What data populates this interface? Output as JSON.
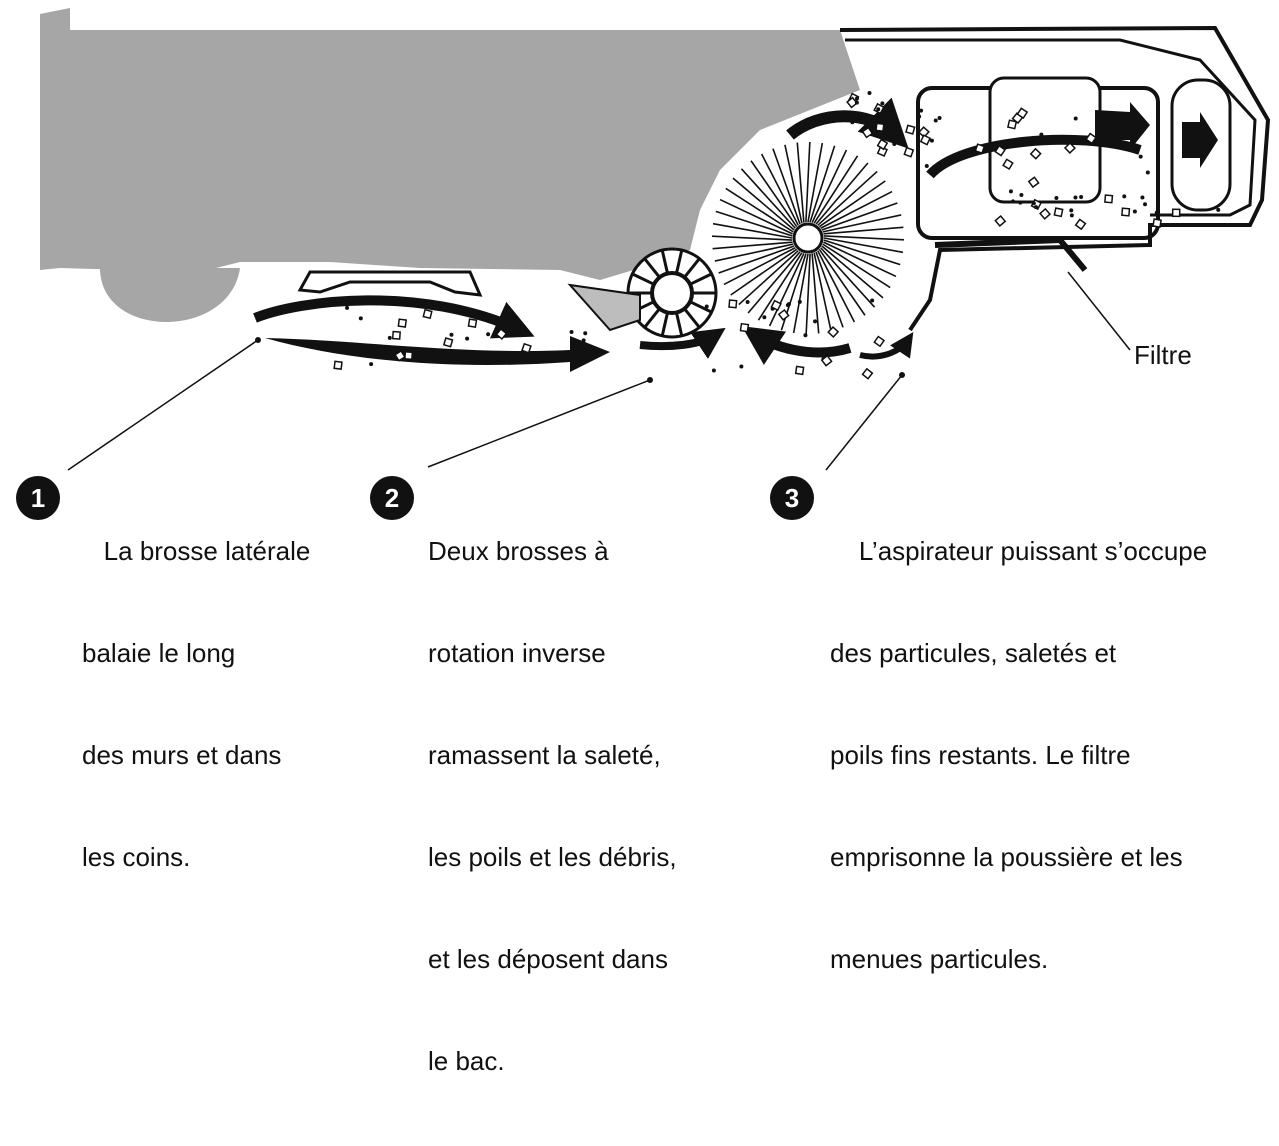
{
  "filter_label": "Filtre",
  "steps": [
    {
      "number": "1",
      "lines": [
        "   La brosse latérale",
        "balaie le long",
        "des murs et dans",
        "les coins."
      ]
    },
    {
      "number": "2",
      "lines": [
        "Deux brosses à",
        "rotation inverse",
        "ramassent la saleté,",
        "les poils et les débris,",
        "et les déposent dans",
        "le bac."
      ]
    },
    {
      "number": "3",
      "lines": [
        "    L’aspirateur puissant s’occupe",
        "des particules, saletés et",
        "poils fins restants. Le filtre",
        "emprisonne la poussière et les",
        "menues particules."
      ]
    }
  ]
}
